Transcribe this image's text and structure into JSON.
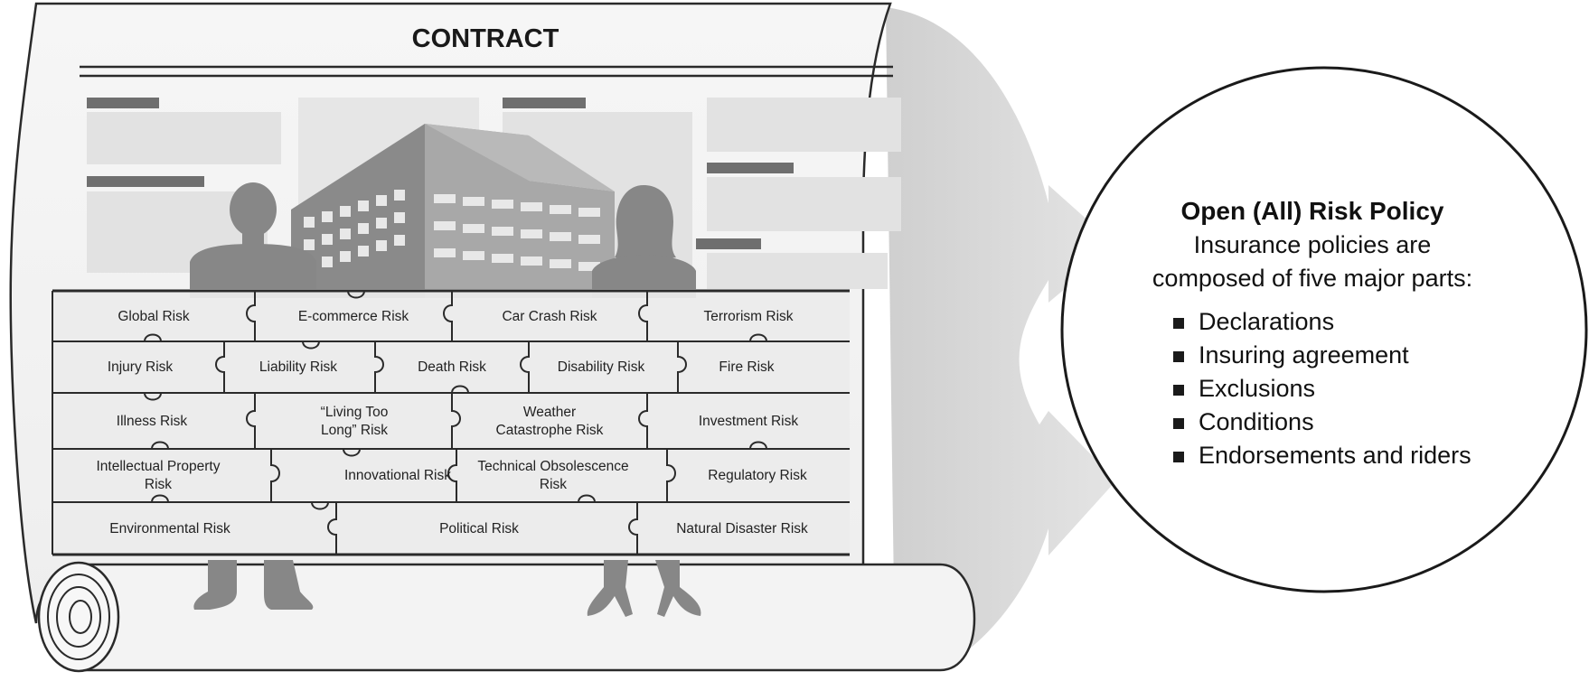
{
  "contract": {
    "title": "CONTRACT"
  },
  "risk_grid": {
    "rows": [
      [
        "Global Risk",
        "E-commerce Risk",
        "Car Crash Risk",
        "Terrorism Risk"
      ],
      [
        "Injury Risk",
        "Liability Risk",
        "Death Risk",
        "Disability Risk",
        "Fire Risk"
      ],
      [
        "Illness Risk",
        "“Living Too|Long” Risk",
        "Weather|Catastrophe Risk",
        "Investment Risk"
      ],
      [
        "Intellectual Property|Risk",
        "Innovational Risk",
        "Technical Obsolescence|Risk",
        "Regulatory Risk"
      ],
      [
        "Environmental Risk",
        "Political Risk",
        "Natural Disaster Risk"
      ]
    ]
  },
  "policy": {
    "heading": "Open (All) Risk Policy",
    "subtitle_line1": "Insurance policies are",
    "subtitle_line2": "composed of five major parts:",
    "parts": [
      "Declarations",
      "Insuring agreement",
      "Exclusions",
      "Conditions",
      "Endorsements and riders"
    ]
  },
  "colors": {
    "paper": "#f4f4f4",
    "arrow": "#d9d9d9",
    "building_dark": "#7d7d7d",
    "building_light": "#a9a9a9",
    "silhouette": "#8a8a8a",
    "grid_line": "#2a2a2a",
    "cell_fill": "#ececec"
  }
}
